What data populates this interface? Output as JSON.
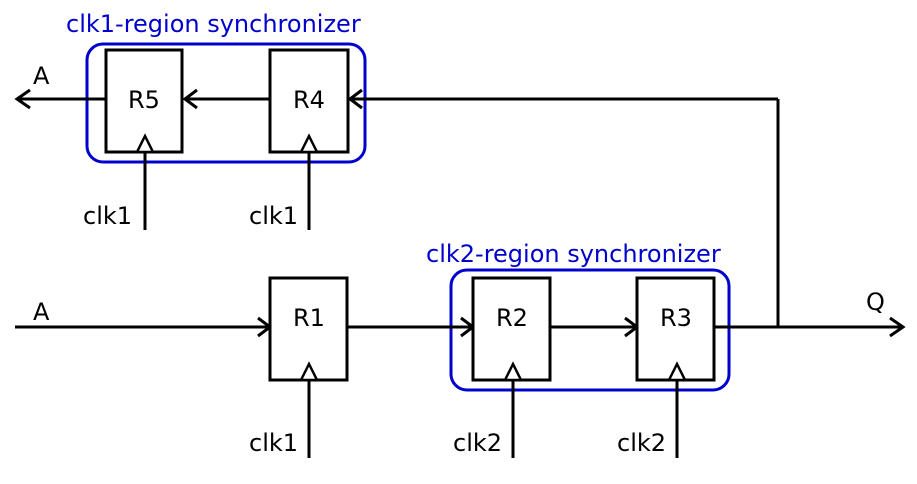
{
  "groups": {
    "clk1_region": {
      "label": "clk1-region synchronizer",
      "color": "#0000cc"
    },
    "clk2_region": {
      "label": "clk2-region synchronizer",
      "color": "#0000cc"
    }
  },
  "registers": {
    "r1": "R1",
    "r2": "R2",
    "r3": "R3",
    "r4": "R4",
    "r5": "R5"
  },
  "clocks": {
    "r1": "clk1",
    "r2": "clk2",
    "r3": "clk2",
    "r4": "clk1",
    "r5": "clk1"
  },
  "signals": {
    "input_a": "A",
    "output_a": "A",
    "output_q": "Q"
  }
}
